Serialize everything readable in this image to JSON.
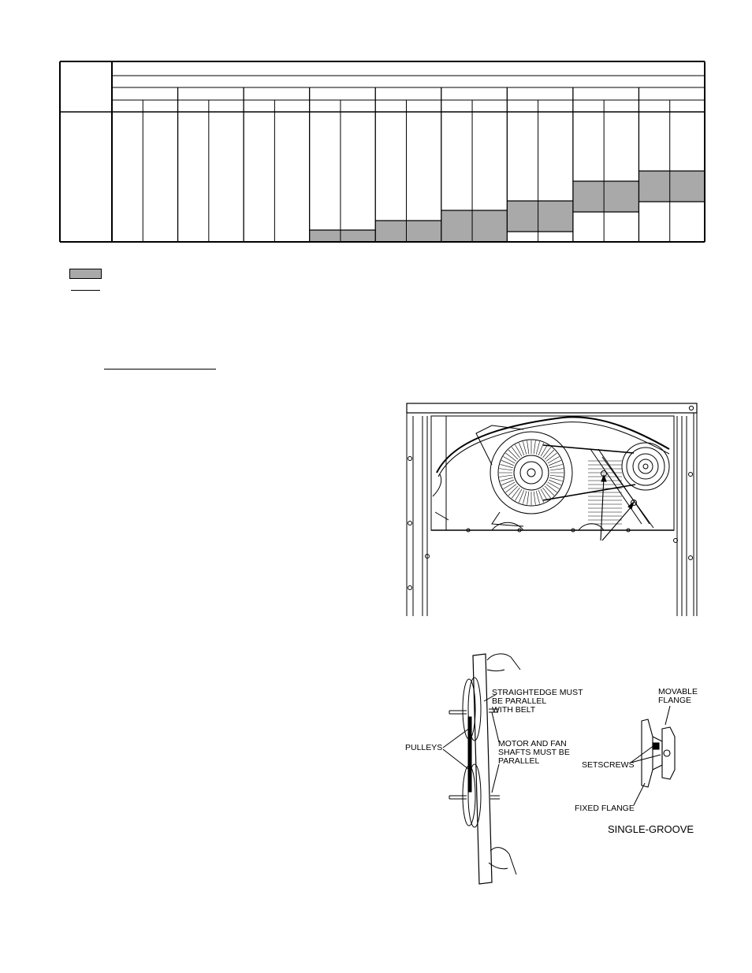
{
  "table": {
    "column_groups": 9,
    "subcolumns_per_group": 2,
    "shaded_cells": [
      {
        "group": 4,
        "band": "bottom-1"
      },
      {
        "group": 5,
        "band": "bottom-2"
      },
      {
        "group": 6,
        "band": "bottom-3"
      },
      {
        "group": 7,
        "band": "bottom-4"
      },
      {
        "group": 8,
        "band": "bottom-5"
      },
      {
        "group": 9,
        "band": "bottom-6"
      }
    ],
    "shade_color": "#a9a9a9"
  },
  "legend": {
    "swatch_color": "#a9a9a9"
  },
  "figure_belt": {
    "callouts": {
      "straightedge": "STRAIGHTEDGE MUST\nBE PARALLEL\nWITH BELT",
      "pulleys": "PULLEYS",
      "shafts": "MOTOR AND FAN\nSHAFTS MUST BE\nPARALLEL",
      "movable_flange": "MOVABLE\nFLANGE",
      "setscrews": "SETSCREWS",
      "fixed_flange": "FIXED FLANGE",
      "single_groove": "SINGLE-GROOVE"
    }
  }
}
